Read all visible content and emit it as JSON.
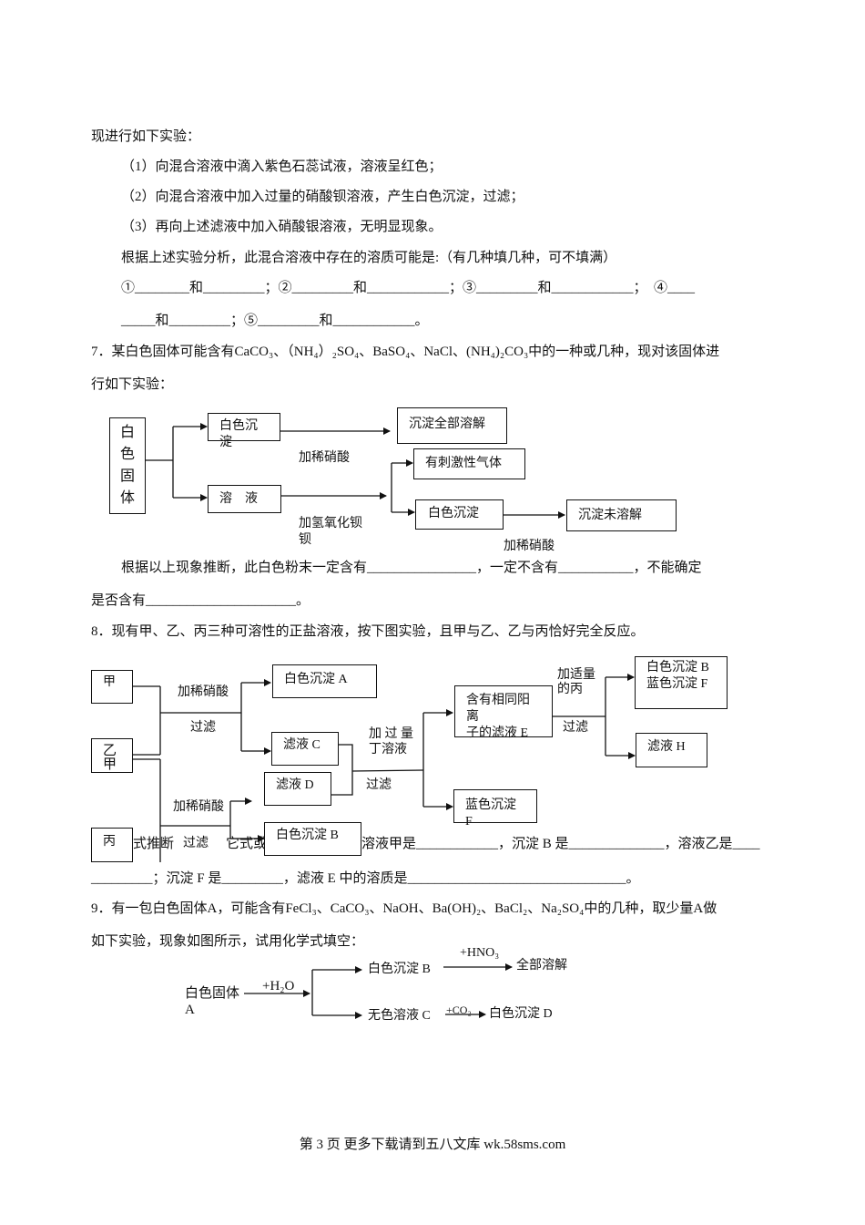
{
  "intro": "现进行如下实验：",
  "steps": [
    "（1）向混合溶液中滴入紫色石蕊试液，溶液呈红色；",
    "（2）向混合溶液中加入过量的硝酸钡溶液，产生白色沉淀，过滤；",
    "（3）再向上述滤液中加入硝酸银溶液，无明显现象。"
  ],
  "analysis": "根据上述实验分析，此混合溶液中存在的溶质可能是:（有几种填几种，可不填满）",
  "blanks_line1": "①________和_________；②_________和____________；③_________和____________；　④____",
  "blanks_line2": "_____和_________；⑤_________和____________。",
  "q7": {
    "line1": "7．某白色固体可能含有CaCO₃、（NH₄）₂SO₄、BaSO₄、NaCl、(NH₄)₂CO₃中的一种或几种，现对该固体进",
    "line2": "行如下实验：",
    "diagram": {
      "solid": [
        "白",
        "色",
        "固",
        "体"
      ],
      "white_ppt": "白色沉淀",
      "dissolved": "沉淀全部溶解",
      "add_hno3": "加稀硝酸",
      "solution": "溶　液",
      "add_baoh": "加氢氧化钡",
      "add_baoh_wrap": "钡",
      "gas": "有刺激性气体",
      "white_ppt2": "白色沉淀",
      "not_dissolved": "沉淀未溶解",
      "add_hno3_2": "加稀硝酸"
    },
    "answer1": "根据以上现象推断，此白色粉末一定含有________________，一定不含有___________，不能确定",
    "answer2": "是否含有______________________。"
  },
  "q8": {
    "line1": "8．现有甲、乙、丙三种可溶性的正盐溶液，按下图实验，且甲与乙、乙与丙恰好完全反应。",
    "diagram": {
      "jia": "甲",
      "yi": "乙",
      "yi_overlap": "甲",
      "bing": "丙",
      "add_hno3": "加稀硝酸",
      "filter": "过滤",
      "ppt_a": "白色沉淀 A",
      "filtrate_c": "滤液 C",
      "filtrate_d": "滤液 D",
      "add_ding_1": "加 过 量",
      "add_ding_2": "丁溶液",
      "filter2": "过滤",
      "filtrate_e_1": "含有相同阳离",
      "filtrate_e_2": "子的滤液 E",
      "blue_ppt_f": "蓝色沉淀 F",
      "add_bing_1": "加适量",
      "add_bing_2": "的丙",
      "filter3": "过滤",
      "ppt_bf_1": "白色沉淀 B",
      "ppt_bf_2": "蓝色沉淀 F",
      "filtrate_h": "滤液 H",
      "add_hno3_2": "加稀硝酸",
      "filter4": "过滤",
      "ppt_b": "白色沉淀 B"
    },
    "overlap_text_1": "式推断",
    "overlap_text_2": "它式或",
    "answer1": "溶液甲是____________，沉淀 B 是______________，溶液乙是____",
    "answer2": "_________；沉淀 F 是_________，滤液 E 中的溶质是________________________________。"
  },
  "q9": {
    "line1": "9．有一包白色固体A，可能含有FeCl₃、CaCO₃、NaOH、Ba(OH)₂、BaCl₂、Na₂SO₄中的几种，取少量A做",
    "line2": "如下实验，现象如图所示，试用化学式填空：",
    "diagram": {
      "solid_a_1": "白色固体",
      "solid_a_2": "A",
      "add_water": "+H₂O",
      "ppt_b": "白色沉淀 B",
      "add_hno3": "+HNO₃",
      "all_dissolved": "全部溶解",
      "solution_c": "无色溶液 C",
      "add_co2": "+CO₂",
      "ppt_d": "白色沉淀 D"
    }
  },
  "footer": "第 3 页 更多下载请到五八文库 wk.58sms.com"
}
